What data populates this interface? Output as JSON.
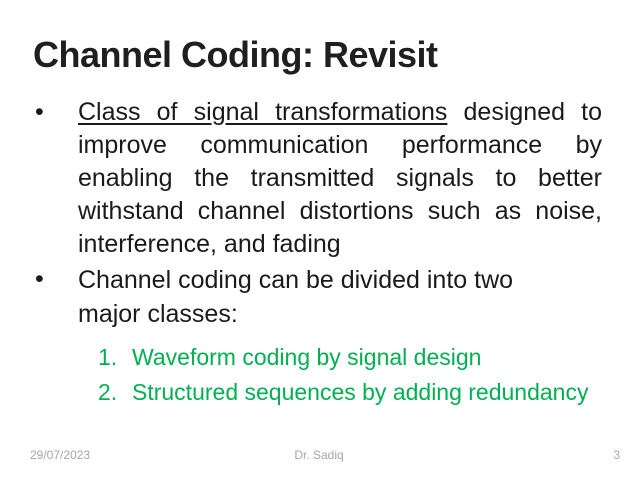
{
  "slide": {
    "title": "Channel Coding: Revisit",
    "bullet_char": "•",
    "bullet1": {
      "underlined": "Class of signal transformations",
      "rest": " designed to improve communication performance by enabling the transmitted signals to better withstand channel distortions such as noise, interference, and fading"
    },
    "bullet2": "Channel coding can be divided into two major classes:",
    "numbered_items": [
      {
        "number": "1.",
        "label": "Waveform coding by signal design"
      },
      {
        "number": "2.",
        "label": "Structured sequences by adding redundancy"
      }
    ],
    "footer": {
      "date": "29/07/2023",
      "author": "Dr. Sadiq",
      "page_number": "3"
    },
    "colors": {
      "list_green": "#00B050",
      "footer_gray": "#A6A6A6"
    }
  }
}
